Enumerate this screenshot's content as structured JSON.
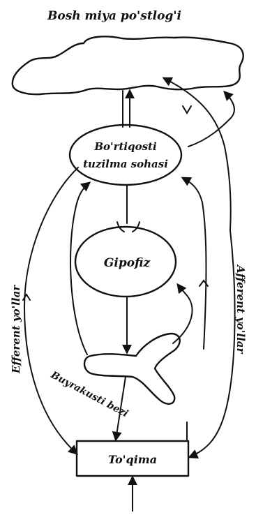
{
  "labels": {
    "cortex": "Bosh miya po'stlog'i",
    "hypothalamus_line1": "Bo'rtiqosti",
    "hypothalamus_line2": "tuzilma sohasi",
    "pituitary": "Gipofiz",
    "adrenal": "Buyrakusti bezi",
    "tissue": "To'qima",
    "efferent": "Efferent yo'llar",
    "afferent": "Afferent yo'llar"
  },
  "colors": {
    "ink": "#111111",
    "background": "#ffffff"
  }
}
